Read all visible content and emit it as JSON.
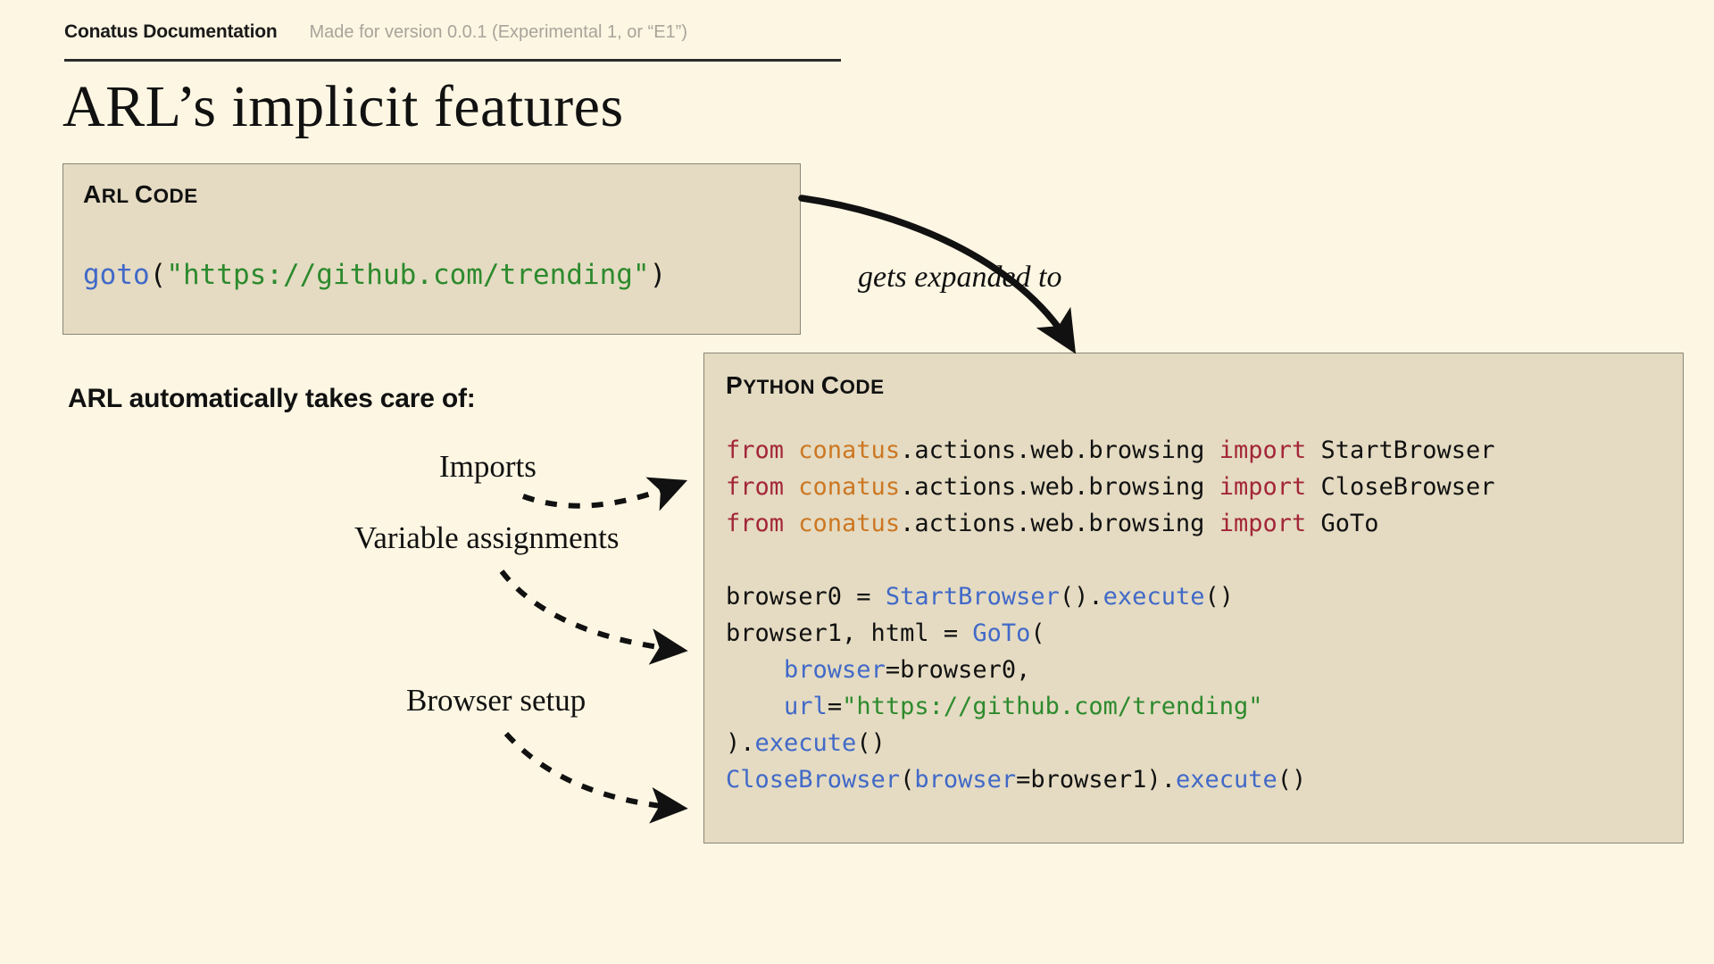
{
  "header": {
    "title": "Conatus Documentation",
    "version_note": "Made for version 0.0.1  (Experimental 1, or “E1”)"
  },
  "page": {
    "title": "ARL’s implicit features"
  },
  "arl_box": {
    "label_first": "A",
    "label_rest": "RL ",
    "label_c": "C",
    "label_code_rest": "ODE",
    "label_full": "ARL Code",
    "code_tokens": [
      {
        "text": "goto",
        "color": "#4169c8"
      },
      {
        "text": "(",
        "color": "#111111"
      },
      {
        "text": "\"https://github.com/trending\"",
        "color": "#2d8a2d"
      },
      {
        "text": ")",
        "color": "#111111"
      }
    ],
    "code_plain": "goto(\"https://github.com/trending\")"
  },
  "python_box": {
    "label_full": "Python Code",
    "label_p": "P",
    "label_ython": "YTHON ",
    "label_c": "C",
    "label_ode": "ODE",
    "code_lines": [
      [
        {
          "text": "from ",
          "color": "#a32638"
        },
        {
          "text": "conatus",
          "color": "#cc7722"
        },
        {
          "text": ".actions.web.browsing ",
          "color": "#111111"
        },
        {
          "text": "import ",
          "color": "#a32638"
        },
        {
          "text": "StartBrowser",
          "color": "#111111"
        }
      ],
      [
        {
          "text": "from ",
          "color": "#a32638"
        },
        {
          "text": "conatus",
          "color": "#cc7722"
        },
        {
          "text": ".actions.web.browsing ",
          "color": "#111111"
        },
        {
          "text": "import ",
          "color": "#a32638"
        },
        {
          "text": "CloseBrowser",
          "color": "#111111"
        }
      ],
      [
        {
          "text": "from ",
          "color": "#a32638"
        },
        {
          "text": "conatus",
          "color": "#cc7722"
        },
        {
          "text": ".actions.web.browsing ",
          "color": "#111111"
        },
        {
          "text": "import ",
          "color": "#a32638"
        },
        {
          "text": "GoTo",
          "color": "#111111"
        }
      ],
      [
        {
          "text": "",
          "color": "#111111"
        }
      ],
      [
        {
          "text": "browser0 = ",
          "color": "#111111"
        },
        {
          "text": "StartBrowser",
          "color": "#4169c8"
        },
        {
          "text": "().",
          "color": "#111111"
        },
        {
          "text": "execute",
          "color": "#4169c8"
        },
        {
          "text": "()",
          "color": "#111111"
        }
      ],
      [
        {
          "text": "browser1, html = ",
          "color": "#111111"
        },
        {
          "text": "GoTo",
          "color": "#4169c8"
        },
        {
          "text": "(",
          "color": "#111111"
        }
      ],
      [
        {
          "text": "    ",
          "color": "#111111"
        },
        {
          "text": "browser",
          "color": "#4169c8"
        },
        {
          "text": "=browser0,",
          "color": "#111111"
        }
      ],
      [
        {
          "text": "    ",
          "color": "#111111"
        },
        {
          "text": "url",
          "color": "#4169c8"
        },
        {
          "text": "=",
          "color": "#111111"
        },
        {
          "text": "\"https://github.com/trending\"",
          "color": "#2d8a2d"
        }
      ],
      [
        {
          "text": ").",
          "color": "#111111"
        },
        {
          "text": "execute",
          "color": "#4169c8"
        },
        {
          "text": "()",
          "color": "#111111"
        }
      ],
      [
        {
          "text": "CloseBrowser",
          "color": "#4169c8"
        },
        {
          "text": "(",
          "color": "#111111"
        },
        {
          "text": "browser",
          "color": "#4169c8"
        },
        {
          "text": "=browser1).",
          "color": "#111111"
        },
        {
          "text": "execute",
          "color": "#4169c8"
        },
        {
          "text": "()",
          "color": "#111111"
        }
      ]
    ],
    "code_plain": "from conatus.actions.web.browsing import StartBrowser\nfrom conatus.actions.web.browsing import CloseBrowser\nfrom conatus.actions.web.browsing import GoTo\n\nbrowser0 = StartBrowser().execute()\nbrowser1, html = GoTo(\n    browser=browser0,\n    url=\"https://github.com/trending\"\n).execute()\nCloseBrowser(browser=browser1).execute()"
  },
  "annotations": {
    "expanded": "gets expanded to",
    "subtitle": "ARL automatically takes care of:",
    "items": [
      {
        "label": "Imports"
      },
      {
        "label": "Variable assignments"
      },
      {
        "label": "Browser setup"
      }
    ]
  },
  "colors": {
    "background": "#fdf6e3",
    "code_box": "#e4dbc2",
    "code_box_border": "#8a8576",
    "keyword": "#a32638",
    "module": "#cc7722",
    "string": "#2d8a2d",
    "function": "#4169c8",
    "text": "#111111",
    "muted": "#a8a49a"
  }
}
